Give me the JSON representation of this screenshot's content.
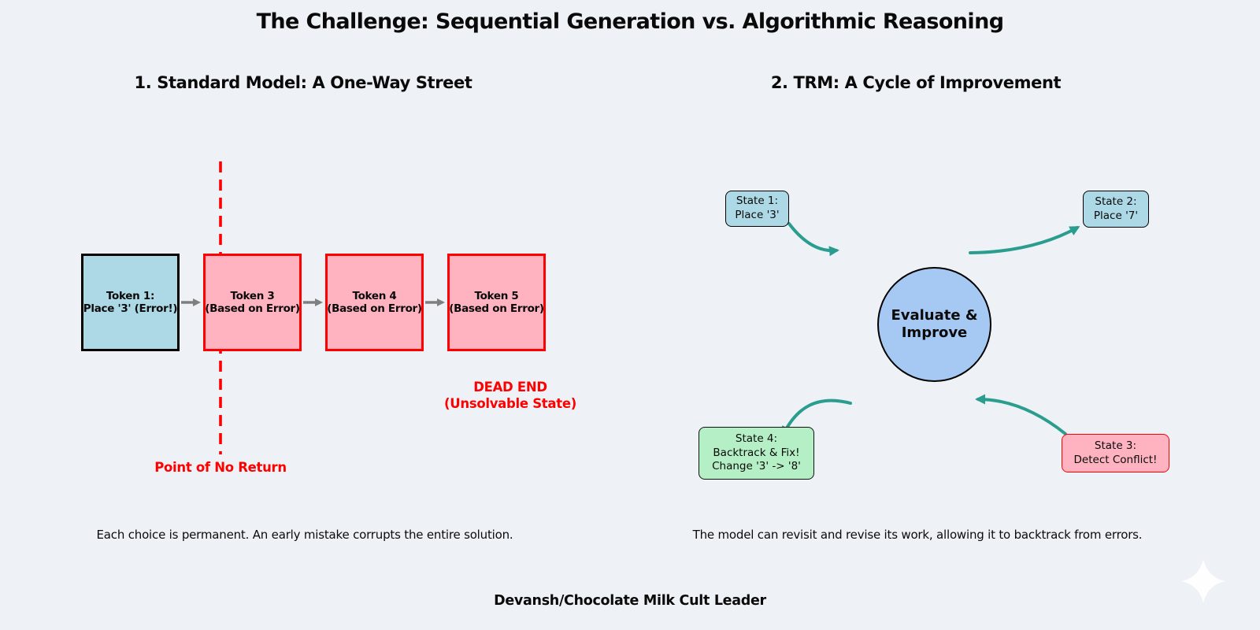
{
  "page": {
    "title": "The Challenge: Sequential Generation vs. Algorithmic Reasoning",
    "footer": "Devansh/Chocolate Milk Cult Leader"
  },
  "left_panel": {
    "subtitle": "1. Standard Model: A One-Way Street",
    "tokens": [
      {
        "line1": "Token 1:",
        "line2": "Place '3' (Error!)"
      },
      {
        "line1": "Token 3",
        "line2": "(Based on Error)"
      },
      {
        "line1": "Token 4",
        "line2": "(Based on Error)"
      },
      {
        "line1": "Token 5",
        "line2": "(Based on Error)"
      }
    ],
    "dead_end": {
      "line1": "DEAD END",
      "line2": "(Unsolvable State)"
    },
    "point_of_no_return": "Point of No Return",
    "caption": "Each choice is permanent. An early mistake corrupts the entire solution."
  },
  "right_panel": {
    "subtitle": "2. TRM: A Cycle of Improvement",
    "center": {
      "line1": "Evaluate &",
      "line2": "Improve"
    },
    "states": [
      {
        "line1": "State 1:",
        "line2": "Place '3'"
      },
      {
        "line1": "State 2:",
        "line2": "Place '7'"
      },
      {
        "line1": "State 3:",
        "line2": "Detect Conflict!"
      },
      {
        "line1": "State 4:",
        "line2": "Backtrack & Fix!",
        "line3": "Change '3' -> '8'"
      }
    ],
    "caption": "The model can revisit and revise its work, allowing it to backtrack from errors."
  },
  "colors": {
    "background": "#eef2f6",
    "token_start_fill": "#add8e6",
    "token_error_fill": "#ffb3c1",
    "error_red": "#ff0000",
    "state_blue_fill": "#add8e6",
    "state_pink_fill": "#ffb3c1",
    "state_green_fill": "#b5efc5",
    "circle_fill": "#a5c9f3",
    "cycle_arrow_teal": "#2a9d8f",
    "sequence_arrow_gray": "#7f7f7f"
  }
}
